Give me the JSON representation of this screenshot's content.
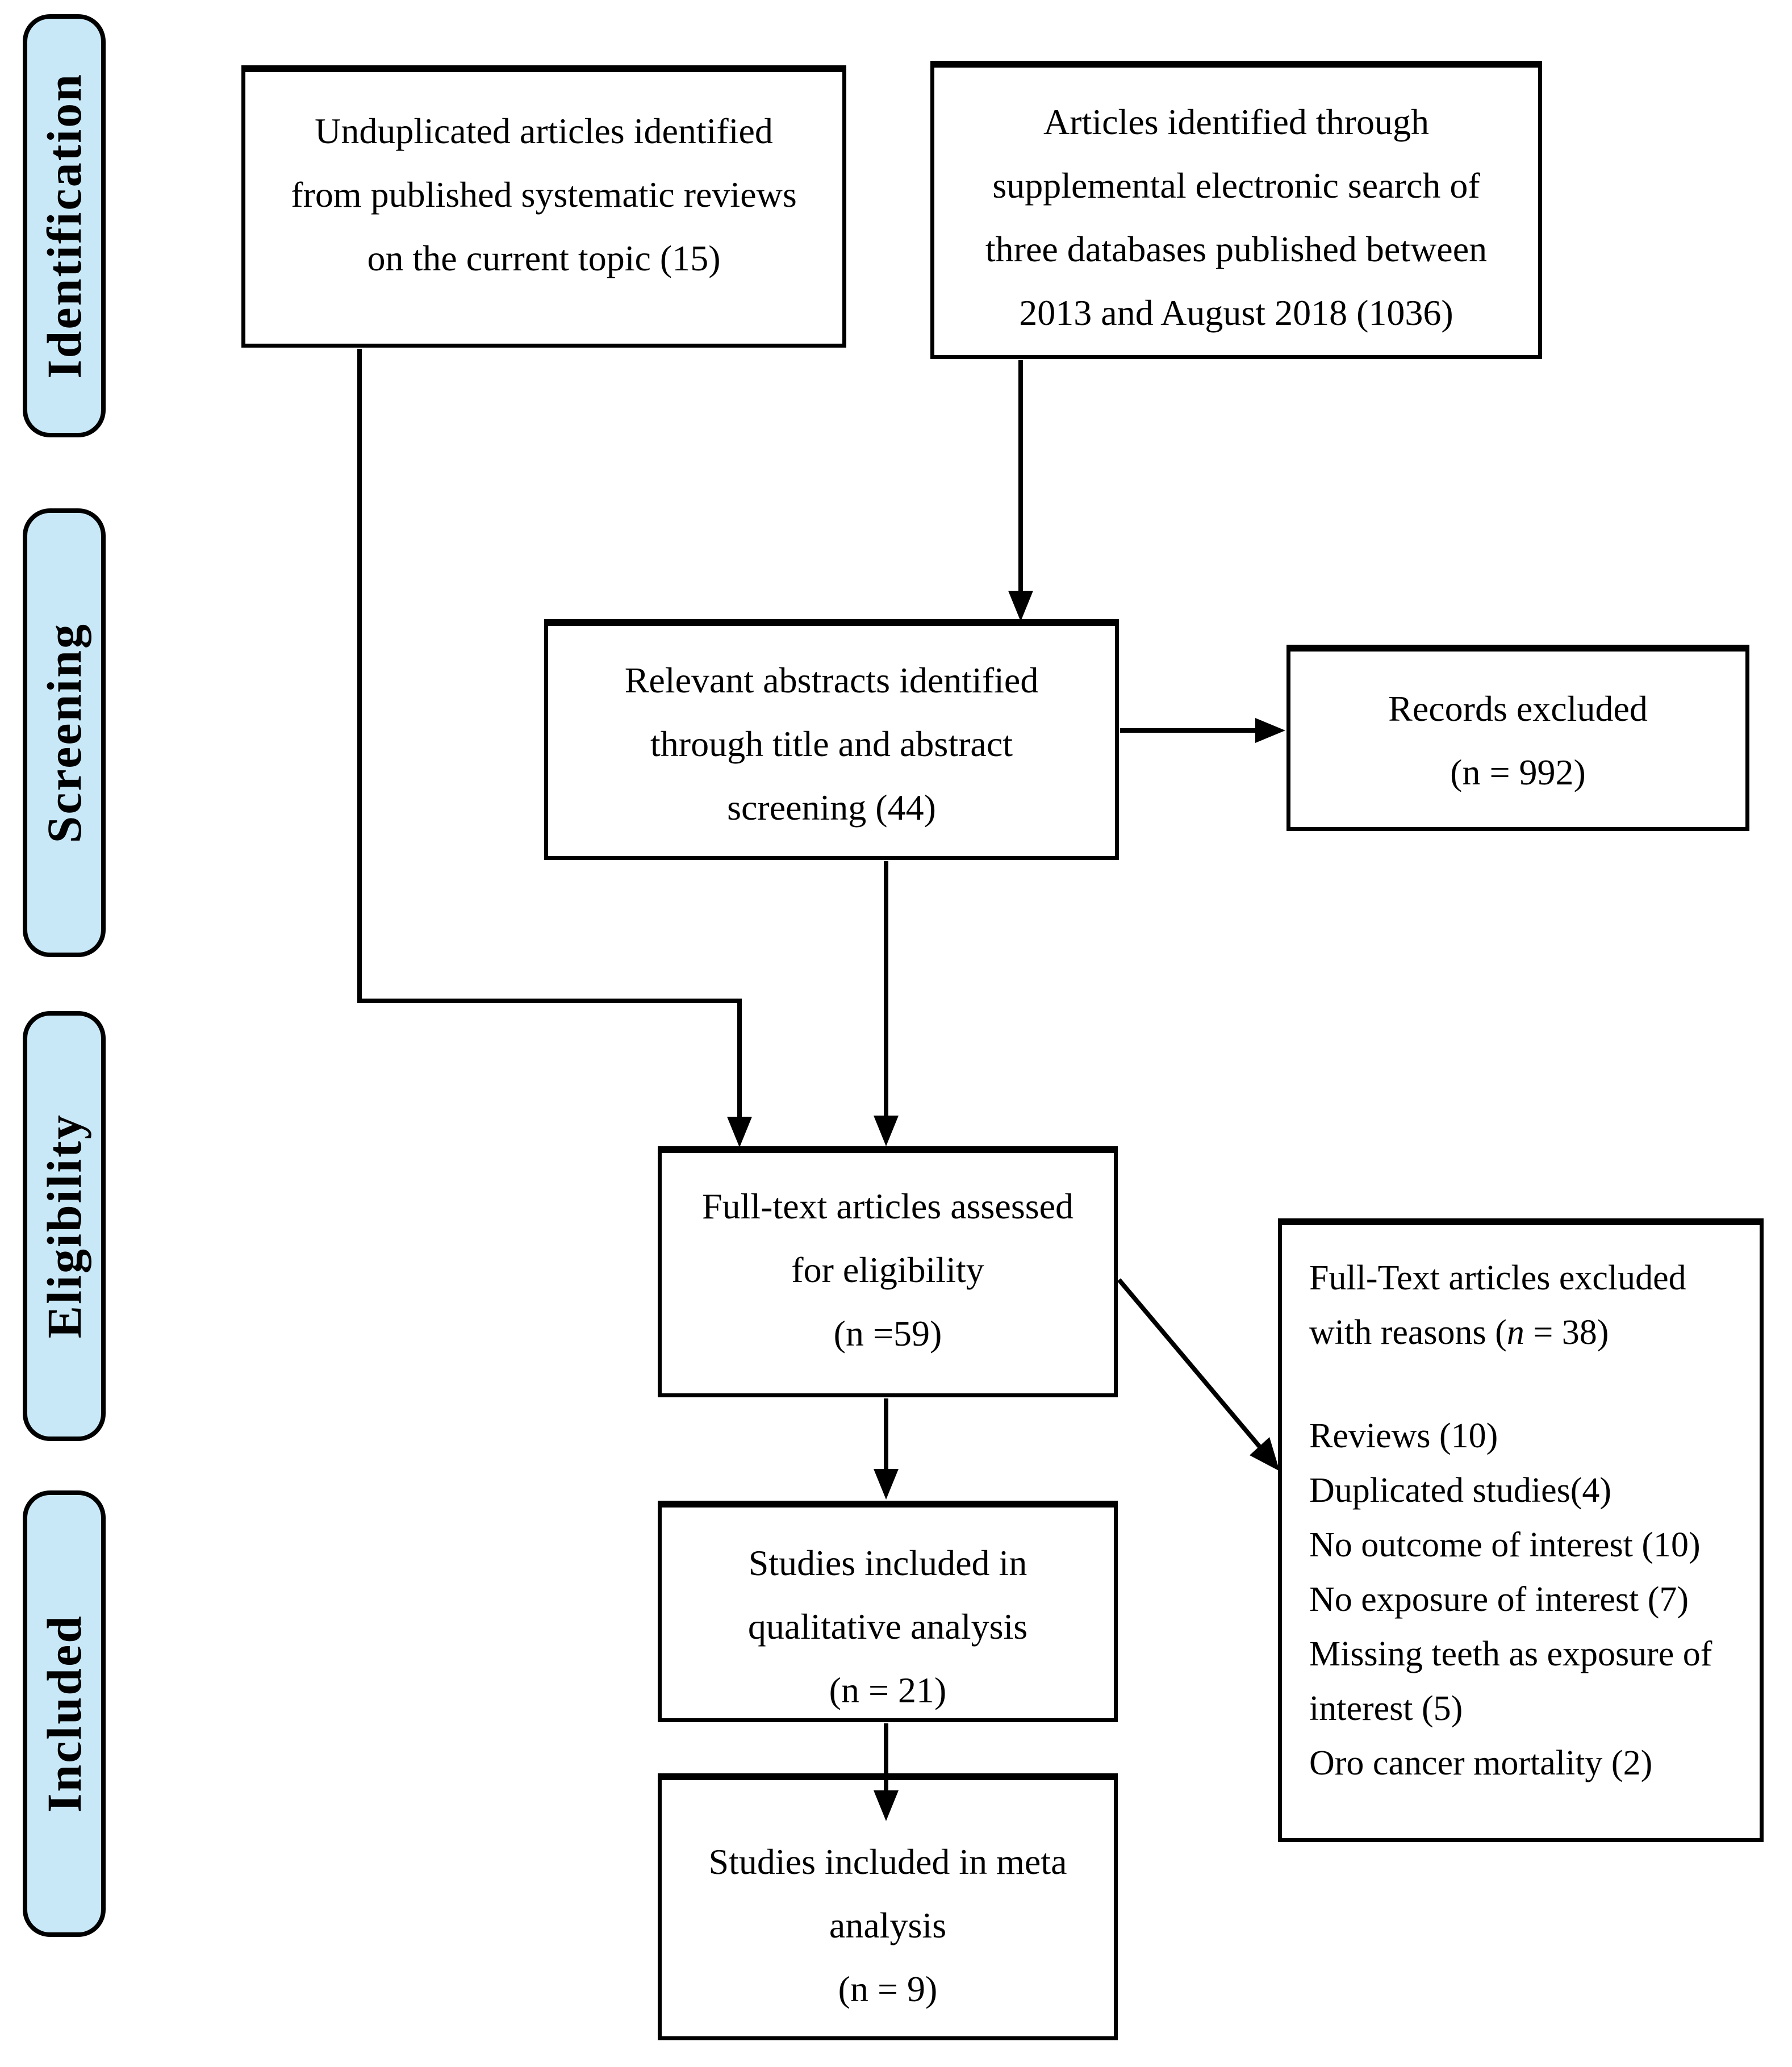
{
  "colors": {
    "stage_fill": "#c9e8f7",
    "line_color": "#000000",
    "box_bg": "#ffffff",
    "text_color": "#000000",
    "page_bg": "#ffffff"
  },
  "stages": [
    {
      "label": "Identification"
    },
    {
      "label": "Screening"
    },
    {
      "label": "Eligibility"
    },
    {
      "label": "Included"
    }
  ],
  "boxes": {
    "unduplicated": {
      "lines": [
        "Unduplicated articles identified",
        "from published systematic reviews",
        "on the current topic (15)"
      ]
    },
    "supplemental": {
      "lines": [
        "Articles identified through",
        "supplemental electronic search of",
        "three databases published between",
        "2013 and August 2018 (1036)"
      ]
    },
    "abstracts": {
      "lines": [
        "Relevant abstracts identified",
        "through title and abstract",
        "screening (44)"
      ]
    },
    "records_excluded": {
      "lines": [
        "Records excluded",
        "(n = 992)"
      ]
    },
    "fulltext": {
      "lines": [
        "Full-text articles assessed",
        "for eligibility",
        "(n =59)"
      ]
    },
    "excluded_reasons": {
      "line1": "Full-Text articles excluded",
      "line2_pre": "with reasons (",
      "line2_n": "n",
      "line2_post": " = 38)",
      "reasons": [
        "Reviews (10)",
        "Duplicated studies(4)",
        "No outcome of interest (10)",
        "No exposure of interest (7)",
        "Missing teeth as exposure of",
        "interest (5)",
        "Oro cancer mortality (2)"
      ]
    },
    "qualitative": {
      "lines": [
        "Studies included in",
        "qualitative analysis",
        "(n = 21)"
      ]
    },
    "meta": {
      "lines": [
        "Studies included in meta",
        "analysis",
        "(n = 9)"
      ]
    }
  }
}
